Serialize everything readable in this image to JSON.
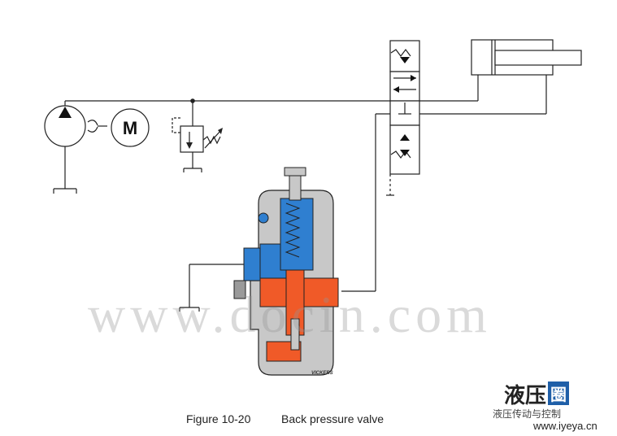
{
  "caption": {
    "figure_number": "Figure 10-20",
    "title": "Back pressure valve"
  },
  "labels": {
    "motor": "M",
    "brand": "VICKERS"
  },
  "watermark": {
    "text": "www.docin.com"
  },
  "logo": {
    "name": "液压",
    "name_boxed": "圈",
    "subtitle": "液压传动与控制",
    "url": "www.iyeya.cn"
  },
  "colors": {
    "line": "#222222",
    "body_gray": "#c8c8c8",
    "pressure_orange": "#f05a28",
    "return_blue": "#2f7fd0",
    "logo_blue": "#1f5fa8"
  }
}
